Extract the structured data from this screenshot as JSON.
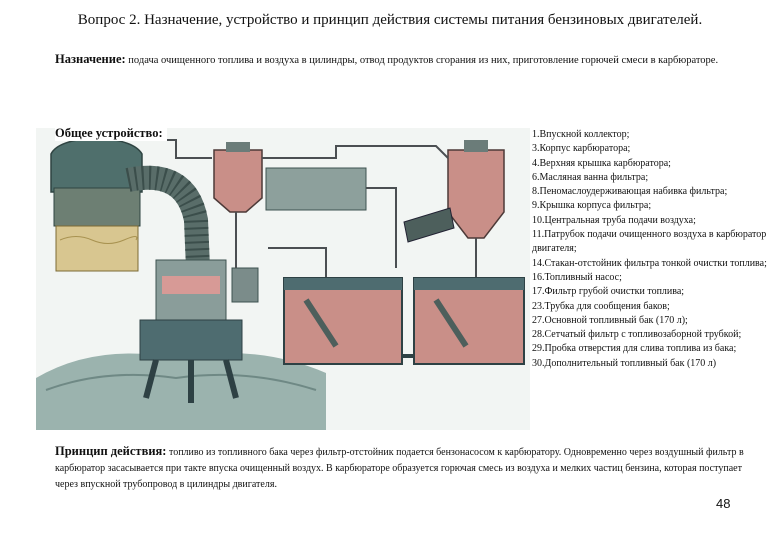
{
  "title": "Вопрос 2. Назначение, устройство и принцип действия системы питания бензиновых двигателей.",
  "purpose": {
    "label": "Назначение:",
    "text": " подача очищенного топлива и воздуха в цилиндры, отвод продуктов сгорания из них, приготовление горючей смеси в карбюраторе."
  },
  "structure": {
    "label": "Общее устройство:"
  },
  "legend": [
    "1.Впускной коллектор;",
    "3.Корпус карбюратора;",
    "4.Верхняя крышка карбюратора;",
    "6.Масляная ванна фильтра;",
    "8.Пеномаслоудерживающая набивка фильтра;",
    "9.Крышка корпуса фильтра;",
    "10.Центральная труба подачи воздуха;",
    "11.Патрубок подачи очищенного воздуха в карбюратор двигателя;",
    "14.Стакан-отстойник фильтра тонкой очистки топлива;",
    "16.Топливный насос;",
    "17.Фильтр грубой очистки топлива;",
    "23.Трубка для сообщения баков;",
    "27.Основной топливный бак (170 л);",
    "28.Сетчатый фильтр с топливозаборной трубкой;",
    "29.Пробка отверстия для слива топлива из бака;",
    "30.Дополнительный топливный бак (170 л)"
  ],
  "principle": {
    "label": "Принцип действия:",
    "text": " топливо из топливного бака через фильтр-отстойник подается бензонасосом к карбюратору. Одновременно через воздушный фильтр в карбюратор засасывается при такте впуска очищенный воздух. В карбюраторе образуется горючая смесь из воздуха и мелких частиц бензина, которая поступает через впускной трубопровод в цилиндры двигателя."
  },
  "page_number": "48"
}
